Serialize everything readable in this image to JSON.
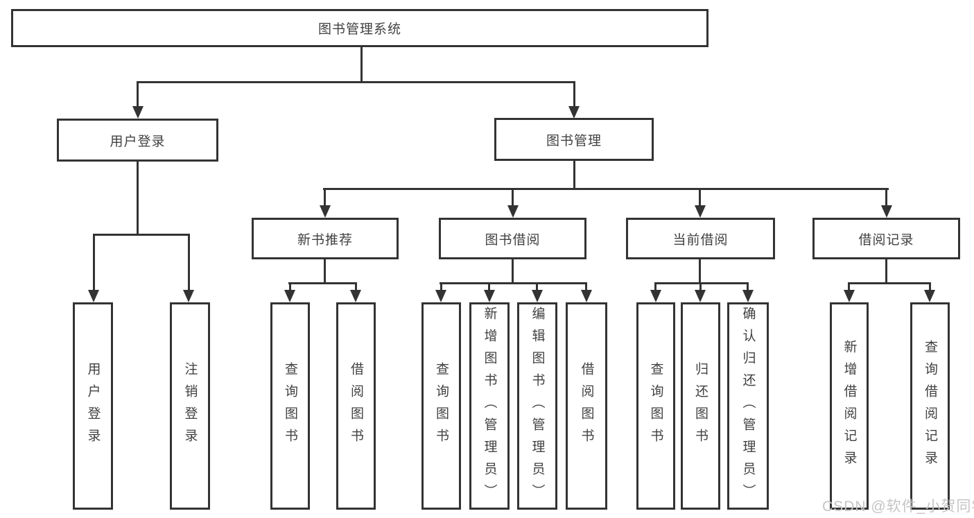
{
  "colors": {
    "line": "#333333",
    "text": "#414141",
    "watermark": "#c5c5c5",
    "background": "#ffffff"
  },
  "watermark": {
    "text": "CSDN @软件_小贺同学"
  },
  "tree": {
    "label": "图书管理系统",
    "children": [
      {
        "label": "用户登录",
        "children": [
          {
            "label": "用户登录"
          },
          {
            "label": "注销登录"
          }
        ]
      },
      {
        "label": "图书管理",
        "children": [
          {
            "label": "新书推荐",
            "children": [
              {
                "label": "查询图书"
              },
              {
                "label": "借阅图书"
              }
            ]
          },
          {
            "label": "图书借阅",
            "children": [
              {
                "label": "查询图书"
              },
              {
                "label": "新增图书（管理员）"
              },
              {
                "label": "编辑图书（管理员）"
              },
              {
                "label": "借阅图书"
              }
            ]
          },
          {
            "label": "当前借阅",
            "children": [
              {
                "label": "查询图书"
              },
              {
                "label": "归还图书"
              },
              {
                "label": "确认归还（管理员）"
              }
            ]
          },
          {
            "label": "借阅记录",
            "children": [
              {
                "label": "新增借阅记录"
              },
              {
                "label": "查询借阅记录"
              }
            ]
          }
        ]
      }
    ]
  }
}
